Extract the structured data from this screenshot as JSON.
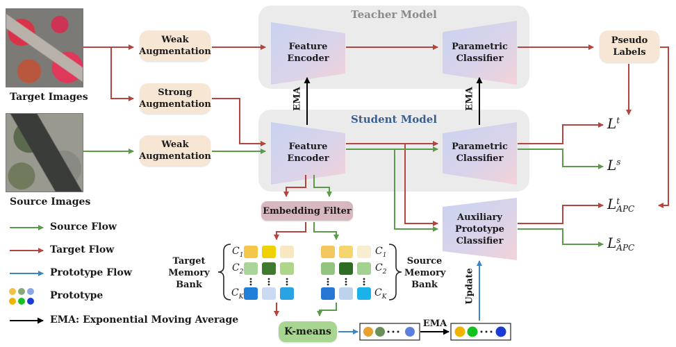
{
  "teacher": {
    "title": "Teacher Model"
  },
  "student": {
    "title": "Student Model"
  },
  "images": {
    "target_caption": "Target Images",
    "source_caption": "Source Images"
  },
  "augment": {
    "weak_target": "Weak\nAugmentation",
    "strong": "Strong\nAugmentation",
    "weak_source": "Weak\nAugmentation"
  },
  "blocks": {
    "feature_encoder": "Feature\nEncoder",
    "parametric_classifier": "Parametric\nClassifier",
    "auxiliary_classifier": "Auxiliary\nPrototype\nClassifier",
    "pseudo_labels": "Pseudo\nLabels",
    "embedding_filter": "Embedding Filter",
    "kmeans": "K-means"
  },
  "edge_labels": {
    "ema_left": "EMA",
    "ema_right": "EMA",
    "ema_bottom": "EMA",
    "update": "Update"
  },
  "memory": {
    "target_label": "Target\nMemory\nBank",
    "source_label": "Source\nMemory\nBank",
    "class_rows": [
      "C1",
      "C2",
      "CK"
    ]
  },
  "losses": {
    "lt": "L",
    "lt_sup": "t",
    "ls": "L",
    "ls_sup": "s",
    "lapct": "L",
    "lapct_sup": "t",
    "lapct_sub": "APC",
    "lapcs": "L",
    "lapcs_sup": "s",
    "lapcs_sub": "APC"
  },
  "legend": {
    "source_flow": "Source  Flow",
    "target_flow": "Target  Flow",
    "prototype_flow": "Prototype  Flow",
    "prototype": "Prototype",
    "ema": "EMA: Exponential Moving Average"
  },
  "colors": {
    "source": "#5a9a48",
    "target": "#b5443f",
    "prototype": "#3a86c0",
    "ema": "#000000"
  }
}
